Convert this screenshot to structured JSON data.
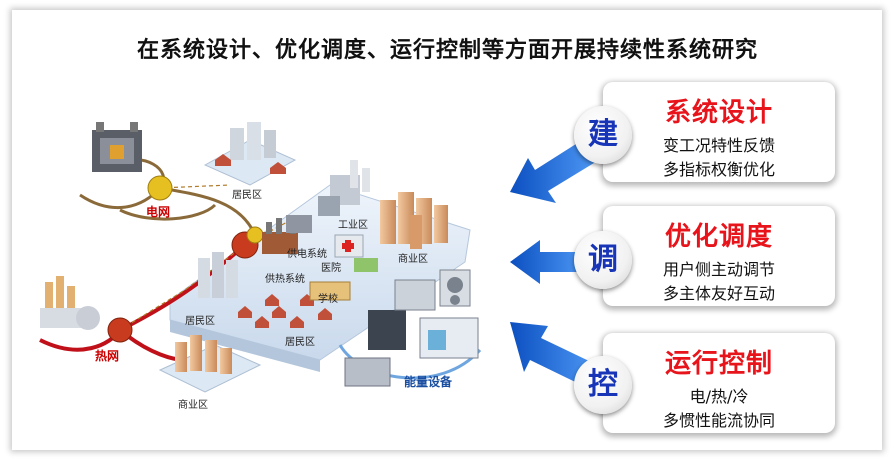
{
  "title": "在系统设计、优化调度、运行控制等方面开展持续性系统研究",
  "scene_labels": {
    "grid": "电网",
    "heat_grid": "热网",
    "residential_1": "居民区",
    "residential_2": "居民区",
    "residential_3": "居民区",
    "industrial": "工业区",
    "commercial_1": "商业区",
    "commercial_2": "商业区",
    "hospital": "医院",
    "school": "学校",
    "power_supply": "供电系统",
    "heat_supply": "供热系统",
    "energy_equipment": "能量设备"
  },
  "cards": [
    {
      "badge": "建",
      "title": "系统设计",
      "line1": "变工况特性反馈",
      "line2": "多指标权衡优化"
    },
    {
      "badge": "调",
      "title": "优化调度",
      "line1": "用户侧主动调节",
      "line2": "多主体友好互动"
    },
    {
      "badge": "控",
      "title": "运行控制",
      "line1": "电/热/冷",
      "line2": "多惯性能流协同"
    }
  ],
  "colors": {
    "accent_red": "#e8141b",
    "badge_blue": "#1835b8",
    "arrow_blue": "#1e6fd6",
    "grid_line": "#8b6a3a",
    "heat_line": "#c0101a"
  }
}
